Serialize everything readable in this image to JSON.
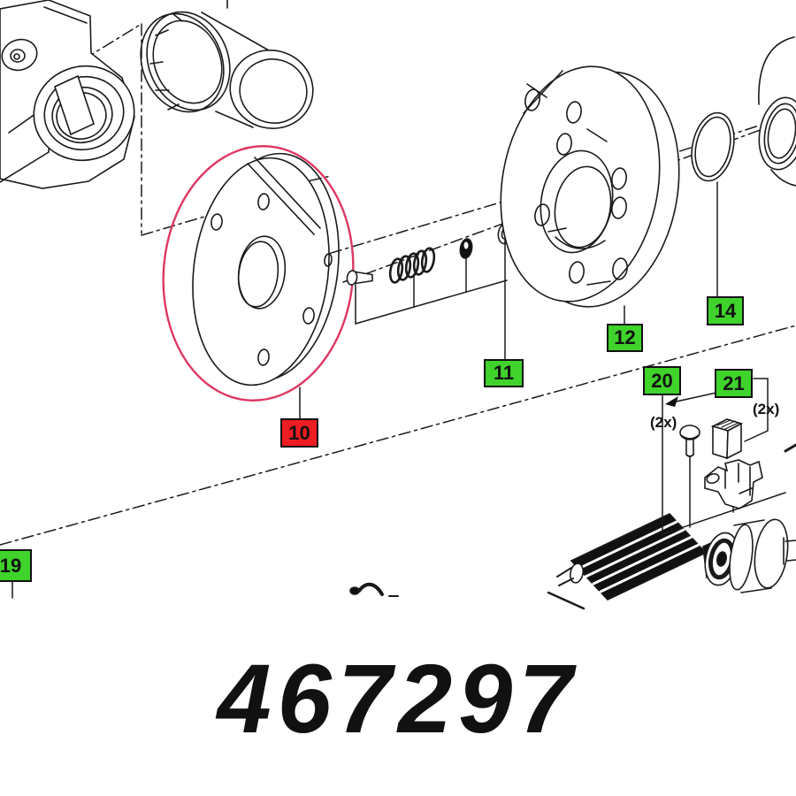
{
  "page": {
    "part_number": "467297",
    "background": "#ffffff"
  },
  "callouts": {
    "p10": {
      "label": "10",
      "style": "red-highlight"
    },
    "p11": {
      "label": "11",
      "style": "green"
    },
    "p12": {
      "label": "12",
      "style": "green"
    },
    "p14": {
      "label": "14",
      "style": "green"
    },
    "p19": {
      "label": "19",
      "style": "green"
    },
    "p20": {
      "label": "20",
      "style": "green",
      "qty": "(2x)"
    },
    "p21": {
      "label": "21",
      "style": "green",
      "qty": "(2x)"
    }
  },
  "colors": {
    "callout_green": "#3fd32b",
    "callout_red": "#ee1d23",
    "highlight_ring": "#dd3862",
    "line_art": "#1a1a1a"
  }
}
